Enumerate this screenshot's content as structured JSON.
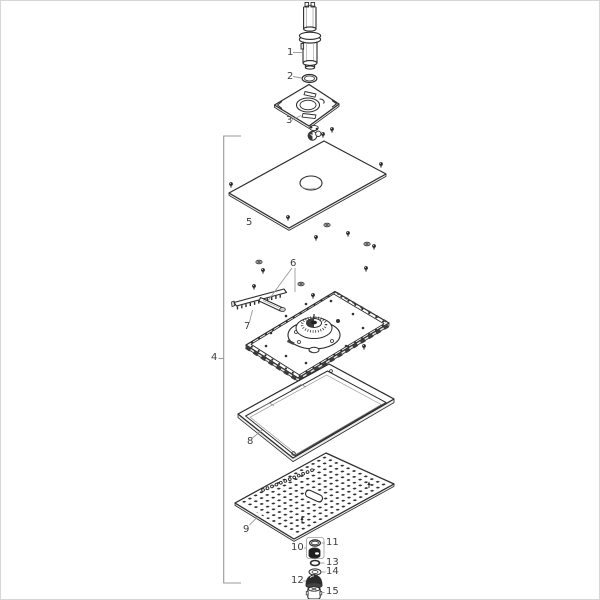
{
  "diagram": {
    "type": "exploded-parts-diagram",
    "subject": "overhead-shower-assembly",
    "colors": {
      "background": "#ffffff",
      "line": "#2c2c2c",
      "light_line": "#a8a8a8",
      "edge_shade": "#ececec",
      "dark_fill": "#2a2a2a",
      "label_text": "#3c3c3c",
      "border": "#d6d6d6"
    },
    "parts": [
      {
        "number": "1",
        "name": "connector-sleeve"
      },
      {
        "number": "2",
        "name": "o-ring-large"
      },
      {
        "number": "3",
        "name": "ceiling-escutcheon-plate"
      },
      {
        "number": "4",
        "name": "shower-body-assembly-group"
      },
      {
        "number": "5",
        "name": "top-cover-panel"
      },
      {
        "number": "6",
        "name": "fastening-screws"
      },
      {
        "number": "7",
        "name": "distribution-manifold"
      },
      {
        "number": "8",
        "name": "frame-tray"
      },
      {
        "number": "9",
        "name": "perforated-spray-plate"
      },
      {
        "number": "10",
        "name": "cap-insert"
      },
      {
        "number": "11",
        "name": "o-ring-small-top"
      },
      {
        "number": "12",
        "name": "valve-dome"
      },
      {
        "number": "13",
        "name": "o-ring-small-mid"
      },
      {
        "number": "14",
        "name": "washer"
      },
      {
        "number": "15",
        "name": "nozzle-fitting"
      }
    ]
  }
}
